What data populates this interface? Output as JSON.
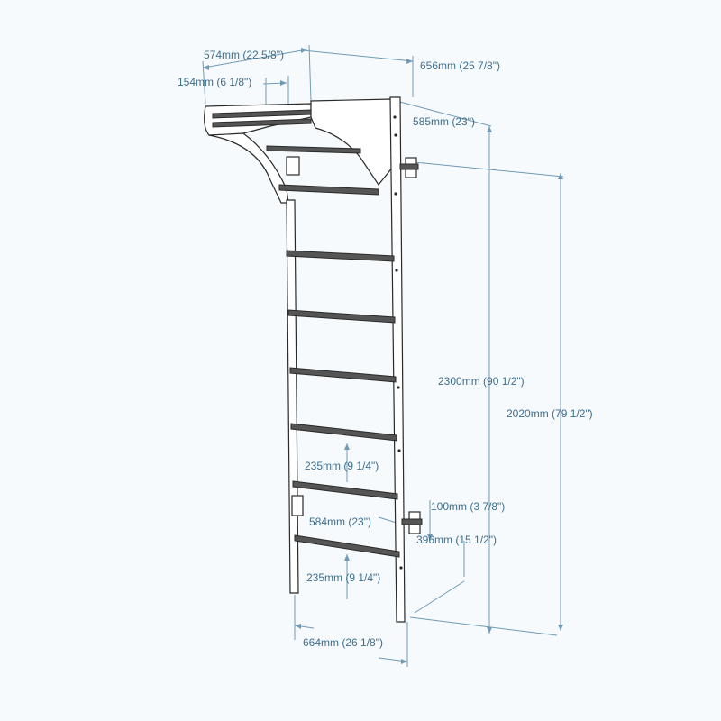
{
  "dimensions": {
    "top_depth": "574mm (22 5/8\")",
    "total_depth": "656mm (25 7/8\")",
    "bar_offset": "154mm (6 1/8\")",
    "top_width": "585mm (23\")",
    "total_height": "2300mm (90 1/2\")",
    "mount_height": "2020mm (79 1/2\")",
    "rung_spacing_upper": "235mm (9 1/4\")",
    "bracket_offset": "100mm (3 7/8\")",
    "rung_width": "584mm (23\")",
    "bottom_mount": "396mm (15 1/2\")",
    "rung_spacing_lower": "235mm (9 1/4\")",
    "base_width": "664mm (26 1/8\")"
  },
  "colors": {
    "dimension": "#6f9bb8",
    "label": "#3d6f8e",
    "frame": "#2a2a2a",
    "background": "#f6fafc"
  }
}
